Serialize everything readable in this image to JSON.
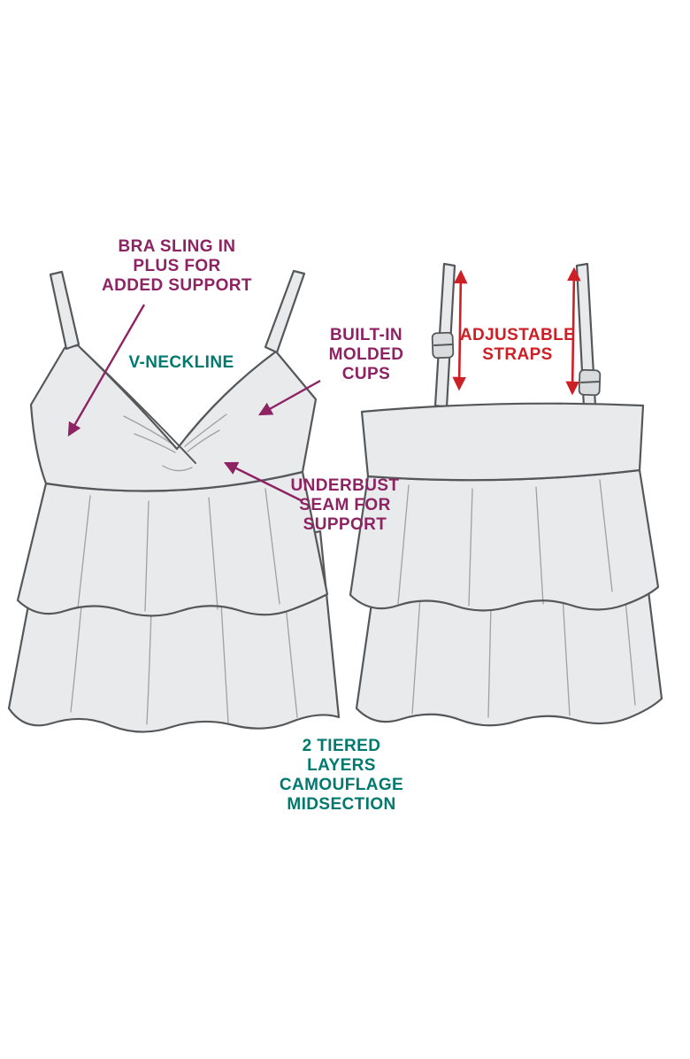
{
  "labels": {
    "bra_sling": "BRA SLING IN\nPLUS FOR\nADDED SUPPORT",
    "v_neckline": "V-NECKLINE",
    "molded_cups": "BUILT-IN\nMOLDED\nCUPS",
    "adjustable_straps": "ADJUSTABLE\nSTRAPS",
    "underbust_seam": "UNDERBUST\nSEAM FOR\nSUPPORT",
    "tiered_layers": "2 TIERED\nLAYERS\nCAMOUFLAGE\nMIDSECTION"
  },
  "colors": {
    "feature_purple": "#8e2363",
    "feature_teal": "#00796f",
    "feature_red": "#cd2026",
    "garment_fill": "#e8eaec",
    "garment_outline": "#55585b",
    "page_bg": "#ffffff"
  }
}
